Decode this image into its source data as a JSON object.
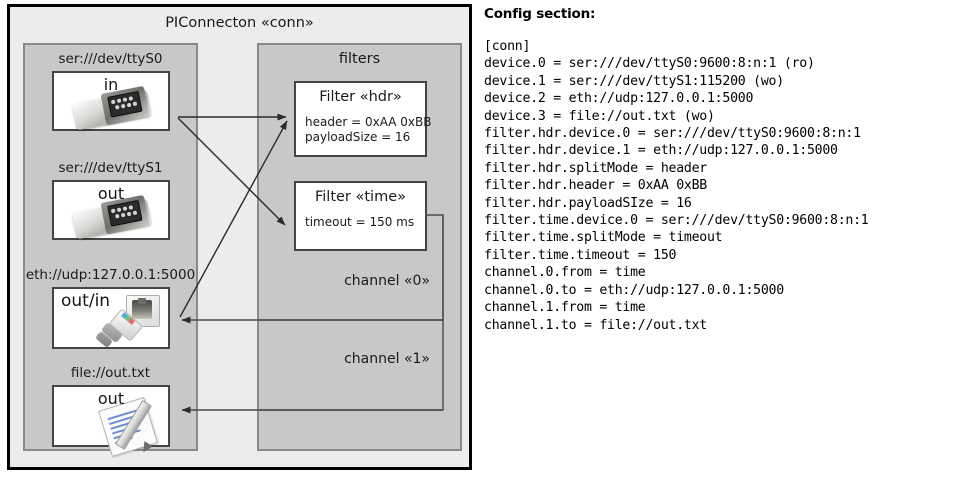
{
  "diagram": {
    "title": "PIConnecton «conn»",
    "devices_panel": {
      "items": [
        {
          "label": "ser:///dev/ttyS0",
          "direction": "in",
          "icon": "serial-port-icon"
        },
        {
          "label": "ser:///dev/ttyS1",
          "direction": "out",
          "icon": "serial-port-icon"
        },
        {
          "label": "eth://udp:127.0.0.1:5000",
          "direction": "out/in",
          "icon": "ethernet-jack-icon"
        },
        {
          "label": "file://out.txt",
          "direction": "out",
          "icon": "text-file-icon"
        }
      ]
    },
    "filters_panel": {
      "title": "filters",
      "filters": [
        {
          "title": "Filter «hdr»",
          "props": "header = 0xAA 0xBB\npayloadSize = 16"
        },
        {
          "title": "Filter «time»",
          "props": "timeout = 150 ms"
        }
      ],
      "channels": [
        {
          "label": "channel «0»"
        },
        {
          "label": "channel «1»"
        }
      ]
    },
    "colors": {
      "page_background": "#ffffff",
      "frame_background": "#ececec",
      "frame_border": "#000000",
      "panel_background": "#c8c8c8",
      "panel_border": "#8a8a8a",
      "box_background": "#ffffff",
      "box_border": "#444444",
      "wire": "#333333",
      "text": "#1a1a1a"
    }
  },
  "config": {
    "heading": "Config section:",
    "lines": [
      "[conn]",
      "device.0 = ser:///dev/ttyS0:9600:8:n:1 (ro)",
      "device.1 = ser:///dev/ttyS1:115200 (wo)",
      "device.2 = eth://udp:127.0.0.1:5000",
      "device.3 = file://out.txt (wo)",
      "filter.hdr.device.0 = ser:///dev/ttyS0:9600:8:n:1",
      "filter.hdr.device.1 = eth://udp:127.0.0.1:5000",
      "filter.hdr.splitMode = header",
      "filter.hdr.header = 0xAA 0xBB",
      "filter.hdr.payloadSIze = 16",
      "filter.time.device.0 = ser:///dev/ttyS0:9600:8:n:1",
      "filter.time.splitMode = timeout",
      "filter.time.timeout = 150",
      "channel.0.from = time",
      "channel.0.to = eth://udp:127.0.0.1:5000",
      "channel.1.from = time",
      "channel.1.to = file://out.txt"
    ]
  }
}
